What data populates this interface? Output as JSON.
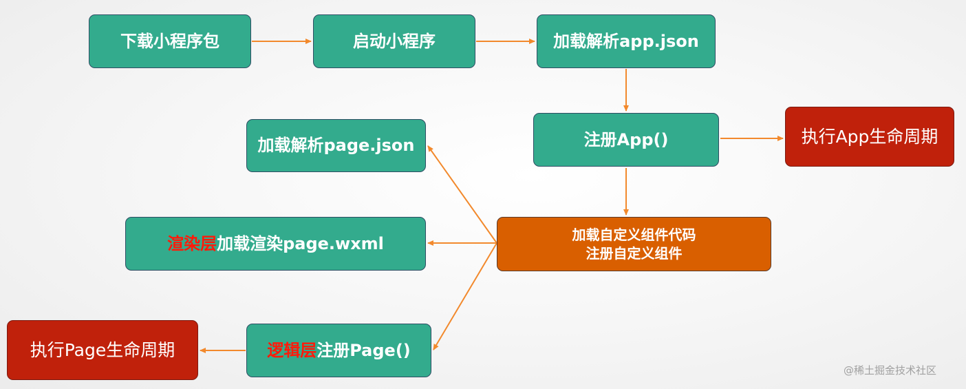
{
  "nodes": {
    "download": "下载小程序包",
    "launch": "启动小程序",
    "load_app_json": "加载解析app.json",
    "register_app": "注册App()",
    "app_lifecycle": "执行App生命周期",
    "load_page_json": "加载解析page.json",
    "custom_components_line1": "加载自定义组件代码",
    "custom_components_line2": "注册自定义组件",
    "render_prefix": "渲染层",
    "render_rest": "加载渲染page.wxml",
    "page_lifecycle": "执行Page生命周期",
    "logic_prefix": "逻辑层",
    "logic_rest": "注册Page()"
  },
  "colors": {
    "green": "#33ab8d",
    "red": "#c0210b",
    "orange": "#d95f00",
    "arrow": "#f2892c",
    "highlight_text": "#ff1a0a"
  },
  "watermark": "@稀土掘金技术社区"
}
